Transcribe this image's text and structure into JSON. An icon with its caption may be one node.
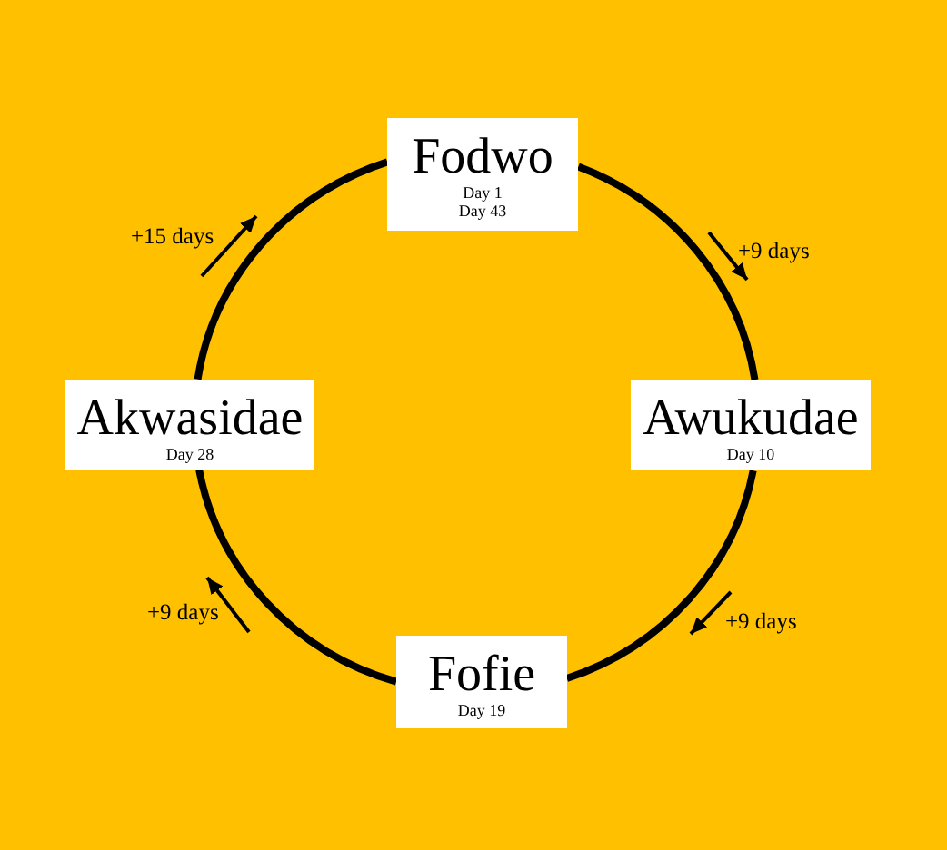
{
  "diagram": {
    "nodes": [
      {
        "text": [
          "Fodwo",
          "Day 1",
          "Day 43"
        ]
      },
      {
        "text": [
          "Akwasidae",
          "Day 28"
        ]
      },
      {
        "text": [
          "Awukudae",
          "Day 10"
        ]
      },
      {
        "text": [
          "Fofie",
          "Day 19"
        ]
      }
    ],
    "edges": [
      {
        "from": 0,
        "to": 2,
        "arrow": "none",
        "label": "+9 days"
      },
      {
        "from": 2,
        "to": 3,
        "arrow": "none",
        "label": "+9 days"
      },
      {
        "from": 3,
        "to": 1,
        "arrow": "none",
        "label": "+9 days"
      },
      {
        "from": 1,
        "to": 0,
        "arrow": "none",
        "label": "+15 days"
      }
    ]
  }
}
